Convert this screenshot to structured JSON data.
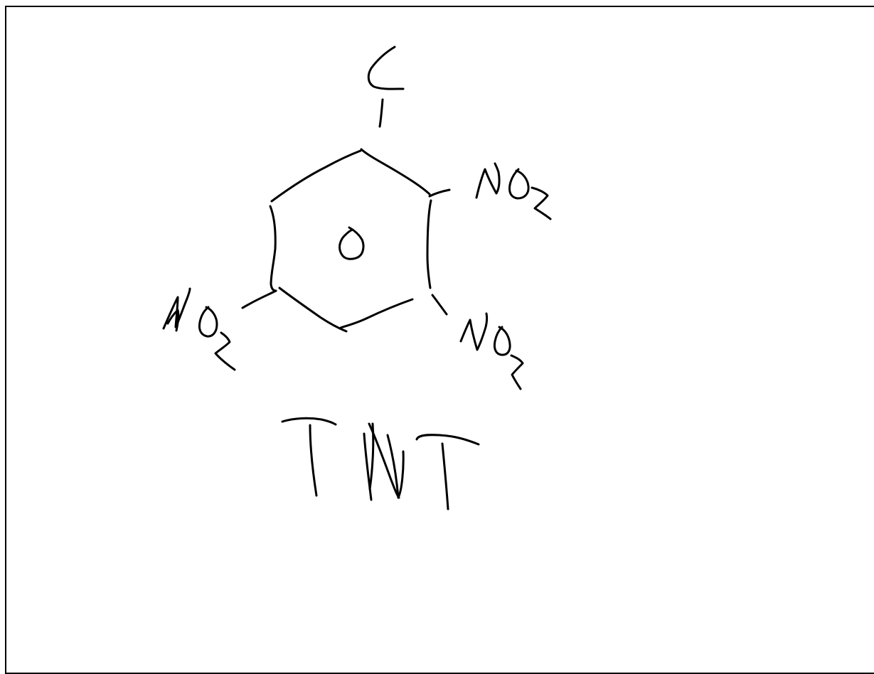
{
  "diagram": {
    "ink_color": "#000000",
    "background_color": "#ffffff",
    "labels": {
      "top_substituent": "C",
      "right_substituent": "NO2",
      "lower_right_substituent": "NO2",
      "left_substituent": "NO2",
      "ring_center": "O",
      "caption": "TNT"
    }
  }
}
